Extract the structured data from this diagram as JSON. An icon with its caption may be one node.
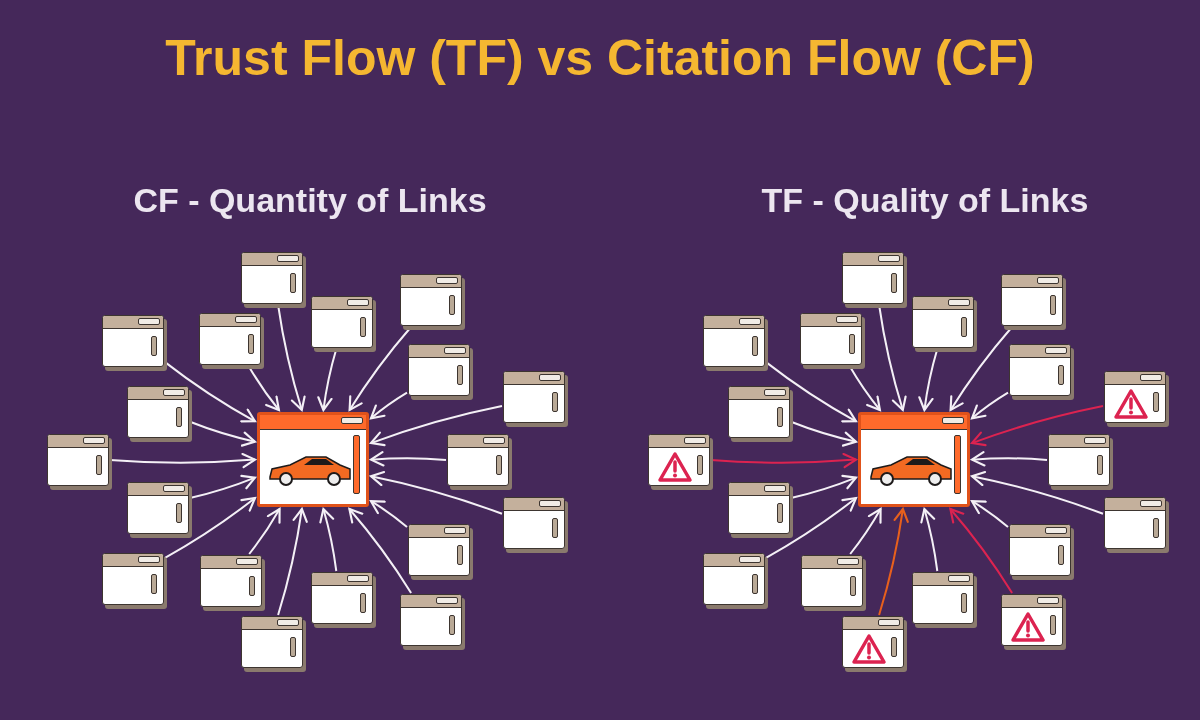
{
  "diagram": {
    "title": "Trust Flow (TF) vs Citation Flow (CF)",
    "labels": [
      "CF - Quantity of Links",
      "TF - Quality of Links"
    ],
    "nodes": [
      {
        "text": [],
        "shape": "picture"
      },
      {
        "text": [],
        "shape": "box"
      },
      {
        "text": [],
        "shape": "box"
      },
      {
        "text": [],
        "shape": "box"
      },
      {
        "text": [],
        "shape": "box"
      },
      {
        "text": [],
        "shape": "box"
      },
      {
        "text": [],
        "shape": "box"
      },
      {
        "text": [],
        "shape": "box"
      },
      {
        "text": [],
        "shape": "box"
      },
      {
        "text": [],
        "shape": "box"
      },
      {
        "text": [],
        "shape": "box"
      },
      {
        "text": [],
        "shape": "box"
      },
      {
        "text": [],
        "shape": "box"
      },
      {
        "text": [],
        "shape": "box"
      },
      {
        "text": [],
        "shape": "box"
      },
      {
        "text": [],
        "shape": "box"
      },
      {
        "text": [],
        "shape": "box"
      },
      {
        "text": [],
        "shape": "box"
      },
      {
        "text": [],
        "shape": "box"
      },
      {
        "text": [],
        "shape": "picture"
      },
      {
        "text": [],
        "shape": "box"
      },
      {
        "text": [],
        "shape": "box"
      },
      {
        "text": [],
        "shape": "box"
      },
      {
        "text": [],
        "shape": "box"
      },
      {
        "text": [],
        "shape": "box"
      },
      {
        "text": [],
        "shape": "box"
      },
      {
        "text": [],
        "shape": "box"
      },
      {
        "text": [],
        "shape": "picture"
      },
      {
        "text": [],
        "shape": "picture"
      },
      {
        "text": [],
        "shape": "box"
      },
      {
        "text": [],
        "shape": "box"
      },
      {
        "text": [],
        "shape": "box"
      },
      {
        "text": [],
        "shape": "box"
      },
      {
        "text": [],
        "shape": "picture"
      },
      {
        "text": [],
        "shape": "picture"
      },
      {
        "text": [],
        "shape": "box"
      },
      {
        "text": [],
        "shape": "box"
      },
      {
        "text": [],
        "shape": "box"
      }
    ],
    "edges": [
      {
        "from": 1,
        "to": 0,
        "arrow": "to"
      },
      {
        "from": 2,
        "to": 0,
        "arrow": "to"
      },
      {
        "from": 3,
        "to": 0,
        "arrow": "to"
      },
      {
        "from": 4,
        "to": 0,
        "arrow": "to"
      },
      {
        "from": 5,
        "to": 0,
        "arrow": "to"
      },
      {
        "from": 6,
        "to": 0,
        "arrow": "to"
      },
      {
        "from": 7,
        "to": 0,
        "arrow": "to"
      },
      {
        "from": 8,
        "to": 0,
        "arrow": "to"
      },
      {
        "from": 9,
        "to": 0,
        "arrow": "to"
      },
      {
        "from": 10,
        "to": 0,
        "arrow": "to"
      },
      {
        "from": 11,
        "to": 0,
        "arrow": "to"
      },
      {
        "from": 12,
        "to": 0,
        "arrow": "to"
      },
      {
        "from": 13,
        "to": 0,
        "arrow": "to"
      },
      {
        "from": 14,
        "to": 0,
        "arrow": "to"
      },
      {
        "from": 15,
        "to": 0,
        "arrow": "to"
      },
      {
        "from": 16,
        "to": 0,
        "arrow": "to"
      },
      {
        "from": 17,
        "to": 0,
        "arrow": "to"
      },
      {
        "from": 18,
        "to": 0,
        "arrow": "to"
      },
      {
        "from": 20,
        "to": 19,
        "arrow": "to"
      },
      {
        "from": 21,
        "to": 19,
        "arrow": "to"
      },
      {
        "from": 22,
        "to": 19,
        "arrow": "to"
      },
      {
        "from": 23,
        "to": 19,
        "arrow": "to"
      },
      {
        "from": 24,
        "to": 19,
        "arrow": "to"
      },
      {
        "from": 25,
        "to": 19,
        "arrow": "to"
      },
      {
        "from": 26,
        "to": 19,
        "arrow": "to"
      },
      {
        "from": 27,
        "to": 19,
        "arrow": "to",
        "color": "#dc2350"
      },
      {
        "from": 28,
        "to": 19,
        "arrow": "to",
        "color": "#dc2350"
      },
      {
        "from": 29,
        "to": 19,
        "arrow": "to"
      },
      {
        "from": 30,
        "to": 19,
        "arrow": "to"
      },
      {
        "from": 31,
        "to": 19,
        "arrow": "to"
      },
      {
        "from": 32,
        "to": 19,
        "arrow": "to"
      },
      {
        "from": 33,
        "to": 19,
        "arrow": "to",
        "color": "#e8601c"
      },
      {
        "from": 34,
        "to": 19,
        "arrow": "to",
        "color": "#dc2350"
      },
      {
        "from": 35,
        "to": 19,
        "arrow": "to"
      },
      {
        "from": 36,
        "to": 19,
        "arrow": "to"
      },
      {
        "from": 37,
        "to": 19,
        "arrow": "to"
      }
    ]
  }
}
